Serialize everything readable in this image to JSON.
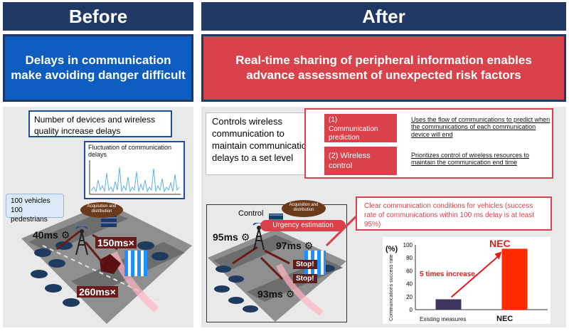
{
  "before": {
    "header": "Before",
    "title": "Delays in communication make avoiding danger difficult",
    "callout_devices": "Number of devices and wireless quality increase delays",
    "callout_fluctuation": "Fluctuation of communication delays",
    "vehicles_label": "100 vehicles\n100 pedestrians",
    "acq_label": "Acquisition and distribution",
    "delay_40": "40ms",
    "delay_150": "150ms×",
    "delay_260": "260ms×"
  },
  "after": {
    "header": "After",
    "title": "Real-time sharing of peripheral information enables advance assessment of unexpected risk factors",
    "controls_text": "Controls wireless communication to maintain communication delays to a set level",
    "item1_label": "(1)\nCommunication prediction",
    "item1_desc": "Uses the flow of communications to predict when the communications of each communication device will end",
    "item2_label": "(2) Wireless control",
    "item2_desc": "Prioritizes control of wireless resources to maintain the communication end time",
    "control_label": "Control",
    "acq_label": "Acquisition and distribution",
    "urgency_label": "Urgency estimation",
    "delay_95": "95ms",
    "delay_97": "97ms",
    "delay_93": "93ms",
    "stop_label": "Stop!",
    "clear_text": "Clear communication conditions for vehicles (success rate of communications within 100 ms delay is at least 95%)",
    "chart_data": {
      "type": "bar",
      "categories": [
        "Existing measures",
        "NEC"
      ],
      "values": [
        16,
        94
      ],
      "ylabel": "Communications success rate",
      "yunit": "(%)",
      "ylim": [
        0,
        100
      ],
      "yticks": [
        "100",
        "80",
        "60",
        "40",
        "20",
        "0"
      ],
      "bar_colors": [
        "#3f3560",
        "#ff2a00"
      ],
      "top_label": "NEC",
      "annotation": "5 times increase",
      "xlabel_left": "Existing measures",
      "xlabel_right": "NEC"
    }
  }
}
